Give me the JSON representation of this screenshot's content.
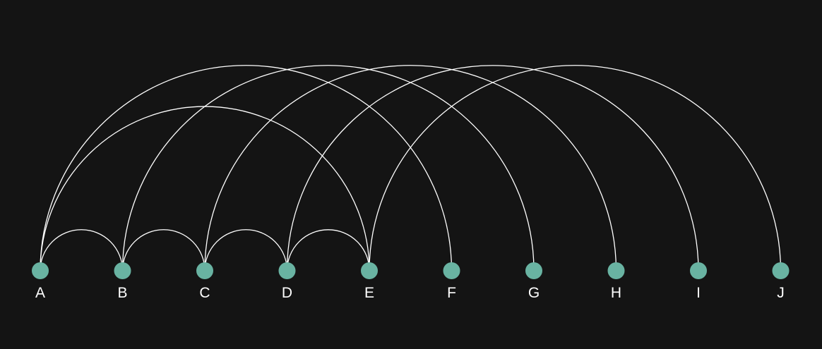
{
  "diagram": {
    "type": "arc-diagram",
    "colors": {
      "background": "#141414",
      "node": "#69b3a2",
      "link": "#ffffff",
      "label": "#ffffff"
    },
    "nodes": [
      {
        "id": "A",
        "label": "A"
      },
      {
        "id": "B",
        "label": "B"
      },
      {
        "id": "C",
        "label": "C"
      },
      {
        "id": "D",
        "label": "D"
      },
      {
        "id": "E",
        "label": "E"
      },
      {
        "id": "F",
        "label": "F"
      },
      {
        "id": "G",
        "label": "G"
      },
      {
        "id": "H",
        "label": "H"
      },
      {
        "id": "I",
        "label": "I"
      },
      {
        "id": "J",
        "label": "J"
      }
    ],
    "links": [
      {
        "source": "A",
        "target": "B"
      },
      {
        "source": "A",
        "target": "E"
      },
      {
        "source": "A",
        "target": "F"
      },
      {
        "source": "B",
        "target": "C"
      },
      {
        "source": "B",
        "target": "G"
      },
      {
        "source": "C",
        "target": "D"
      },
      {
        "source": "C",
        "target": "H"
      },
      {
        "source": "D",
        "target": "E"
      },
      {
        "source": "D",
        "target": "I"
      },
      {
        "source": "E",
        "target": "J"
      }
    ]
  }
}
